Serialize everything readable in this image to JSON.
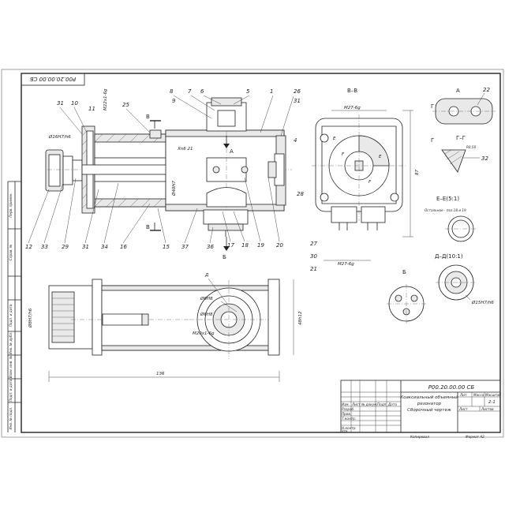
{
  "drawing_code": "Р00.20.00.00 СБ",
  "drawing_code_top": "Р00.20.00.00 СБ",
  "part_labels_top": [
    "31",
    "10",
    "11",
    "25",
    "8",
    "7",
    "6",
    "5",
    "1",
    "26",
    "31"
  ],
  "part_labels_left": [
    "4",
    "28"
  ],
  "part_labels_bottom": [
    "12",
    "33",
    "29",
    "31",
    "34",
    "16",
    "15",
    "37",
    "36",
    "17",
    "18",
    "19",
    "20"
  ],
  "part_labels_side": [
    "27",
    "30",
    "21"
  ],
  "section_labels": {
    "vv": "В–В",
    "a": "А",
    "gg_top": "Г",
    "gg_view": "Г–Г",
    "ee": "Е–Е(5:1)",
    "ee_note": "Остальное - поз.18 и 19",
    "b": "Б",
    "dd": "Д–Д(10:1)",
    "arrow_v": "В",
    "arrow_b": "Б",
    "arrow_a": "А",
    "e_mark": "Е",
    "f_mark": "F",
    "d_mark": "Д"
  },
  "dimensions": {
    "m22": "М22x1-6g",
    "m16": "Ø16Н7/h6",
    "x6421": "Xn6 21",
    "d40": "Ø40Н7",
    "m27": "М27-6g",
    "m27b": "М27-6g",
    "h87": "87",
    "r50": "R0,50",
    "d5": "Ø15Н7/h6",
    "d8": "Ø8Н7/h6",
    "d60h": "Ø6Н8",
    "d6h": "Ø6Н8",
    "m6": "М20x1-6g",
    "len136": "136",
    "d48": "48h12",
    "n22": "22",
    "n32": "32"
  },
  "title_block": {
    "code": "Р00.20.00.00 СБ",
    "name_line1": "Коаксиальный объемный",
    "name_line2": "резонатор",
    "name_line3": "Сборочный чертеж",
    "lit_head": "Лит.",
    "mass_head": "Масса",
    "scale_head": "Масштаб",
    "scale": "2:1",
    "sheet_label": "Лист",
    "sheets_label": "Листов",
    "rows": [
      "Изм.",
      "Лист",
      "№ докум.",
      "Подп.",
      "Дата"
    ],
    "roles": [
      "Разраб.",
      "Пров.",
      "Т.контр.",
      "",
      "Н.контр.",
      "Утв."
    ],
    "copied": "Копировал",
    "format": "Формат А2"
  },
  "left_strip": [
    "Перв. примен.",
    "Справ. №",
    "Подп. и дата",
    "Инв. № дубл.",
    "Взам. инв. №",
    "Подп. и дата",
    "Инв. № подл."
  ]
}
